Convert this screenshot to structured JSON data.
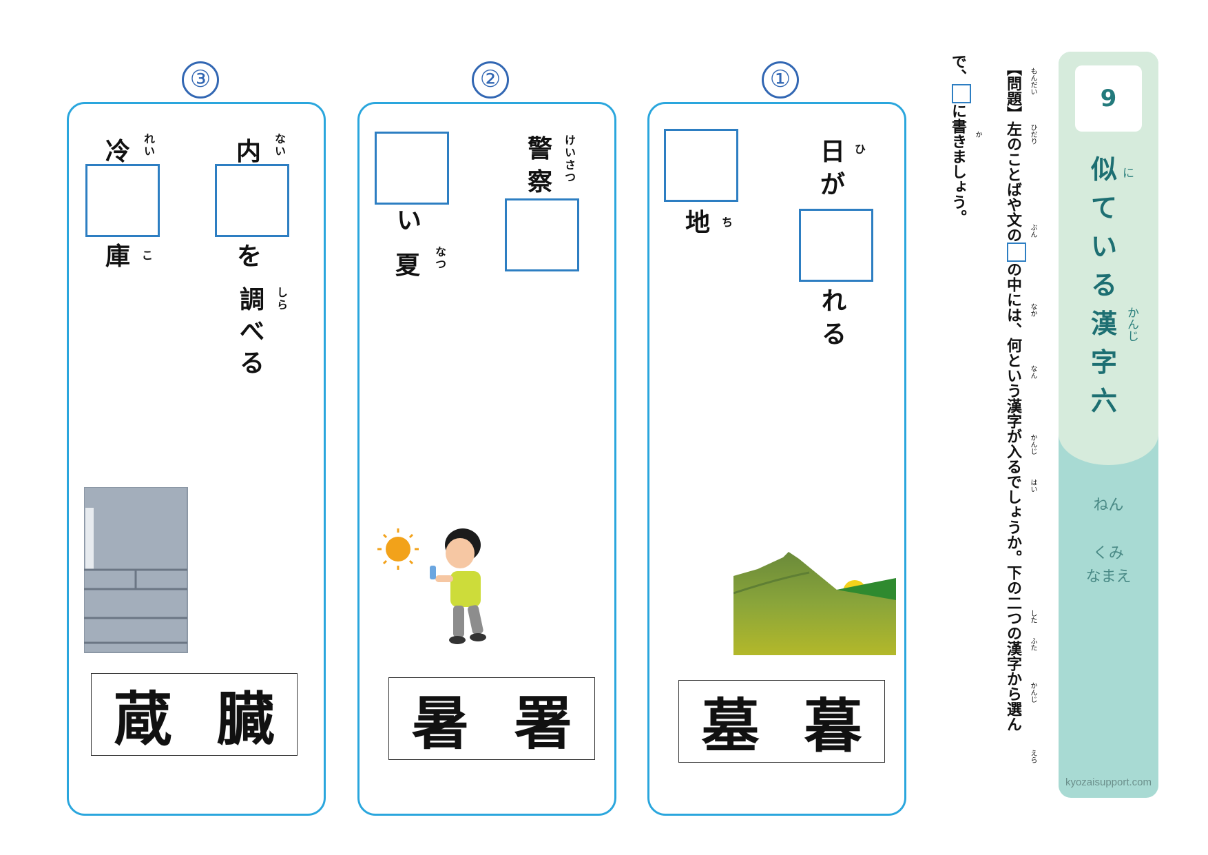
{
  "header": {
    "number": "9",
    "title_chars": [
      "似",
      "て",
      "い",
      "る",
      "漢",
      "字",
      "六"
    ],
    "title_ruby": {
      "ni": "に",
      "kanji": "かんじ"
    }
  },
  "sidebar": {
    "year_label": "ねん",
    "class_label": "くみ",
    "name_label": "なまえ",
    "credit": "kyozaisupport.com"
  },
  "instructions": {
    "line1": "【問題】左のことばや文の",
    "line1b": "の中には、何という漢字が入るでしょうか。下の二つの漢字から選ん",
    "line2a": "で、",
    "line2b": "に書きましょう。",
    "ruby_mondai": "もんだい",
    "ruby_hidari": "ひだり",
    "ruby_bun": "ぶん",
    "ruby_naka": "なか",
    "ruby_nan": "なん",
    "ruby_kanji": "かんじ",
    "ruby_hai": "はい",
    "ruby_shita": "した",
    "ruby_futa": "ふた",
    "ruby_kanji2": "かんじ",
    "ruby_era": "えら",
    "ruby_ka": "か"
  },
  "panels": [
    {
      "number": "①",
      "left_word": {
        "text": "地",
        "ruby": "ち"
      },
      "right_word": {
        "before": "日が",
        "ruby": "ひ",
        "after": "れる"
      },
      "choices": [
        "墓",
        "暮"
      ],
      "image": "mountain-sunset"
    },
    {
      "number": "②",
      "left_word": {
        "after": "い",
        "text": "夏",
        "ruby": "なつ"
      },
      "right_word": {
        "before": "警察",
        "ruby": "けいさつ"
      },
      "choices": [
        "暑",
        "署"
      ],
      "image": "hot-boy"
    },
    {
      "number": "③",
      "left_word": {
        "top": "冷",
        "top_ruby": "れい",
        "bottom": "庫",
        "bottom_ruby": "こ"
      },
      "right_word": {
        "top": "内",
        "top_ruby": "ない",
        "after1": "を",
        "after2": "調べる",
        "ruby": "しら"
      },
      "choices": [
        "蔵",
        "臓"
      ],
      "image": "refrigerator"
    }
  ],
  "colors": {
    "panel_border": "#2aa6dd",
    "answer_box": "#2d7ec2",
    "sidebar_top": "#d6ebdc",
    "sidebar_bottom": "#a8dad3",
    "title": "#1d6f72"
  }
}
